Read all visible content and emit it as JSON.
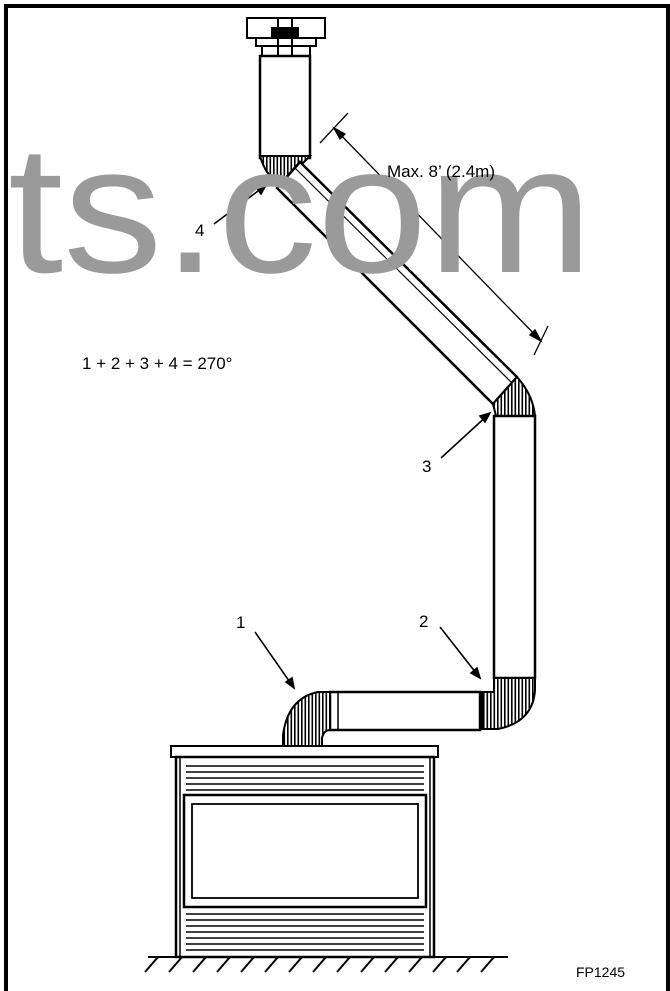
{
  "watermark": "ts.com",
  "dimension_label": "Max. 8’ (2.4m)",
  "formula": "1 + 2 + 3 + 4 = 270°",
  "callouts": [
    {
      "id": "1",
      "text": "1"
    },
    {
      "id": "2",
      "text": "2"
    },
    {
      "id": "3",
      "text": "3"
    },
    {
      "id": "4",
      "text": "4"
    }
  ],
  "figure_code": "FP1245",
  "colors": {
    "line": "#000000",
    "watermark": "#9a9a9a",
    "background": "#ffffff"
  }
}
